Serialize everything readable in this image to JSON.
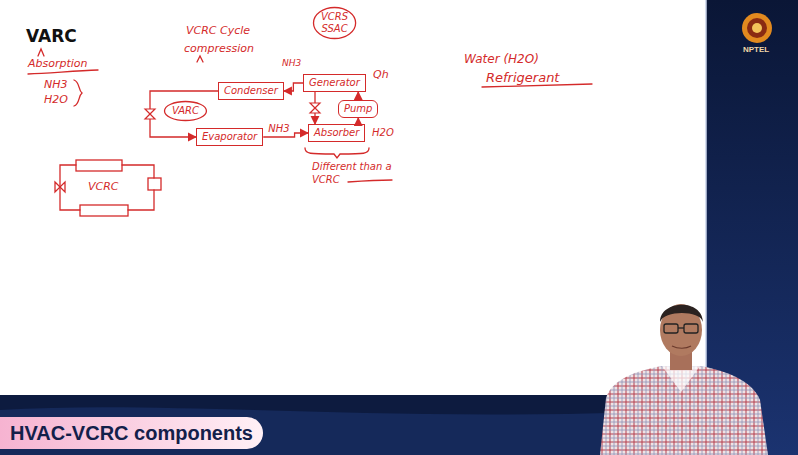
{
  "diagram": {
    "nodes": [
      {
        "text": [
          "VCRS",
          "SSAC"
        ]
      },
      {
        "text": [
          "Generator"
        ]
      },
      {
        "text": [
          "Condenser"
        ]
      },
      {
        "text": [
          "Pump"
        ]
      },
      {
        "text": [
          "VARC"
        ]
      },
      {
        "text": [
          "Evaporator"
        ]
      },
      {
        "text": [
          "Absorber"
        ]
      },
      {
        "text": [
          "HVAC-VCRC components"
        ]
      }
    ],
    "edges": [
      {
        "from": 1,
        "to": 2,
        "arrow": "to"
      },
      {
        "from": 2,
        "to": 5,
        "arrow": "to"
      },
      {
        "from": 5,
        "to": 6,
        "label": "NH3",
        "arrow": "to"
      },
      {
        "from": 6,
        "to": 3,
        "arrow": "to"
      },
      {
        "from": 3,
        "to": 1,
        "arrow": "to"
      },
      {
        "from": 1,
        "to": 6,
        "arrow": "to"
      }
    ],
    "labels": [
      "VARC",
      "Absorption",
      "NH3",
      "H2O",
      "VCRC",
      "VCRC Cycle",
      "compression",
      "NH3",
      "Qh",
      "H2O",
      "Different than a VCRC",
      "Water (H2O)",
      "Refrigerant",
      "NPTEL"
    ]
  }
}
